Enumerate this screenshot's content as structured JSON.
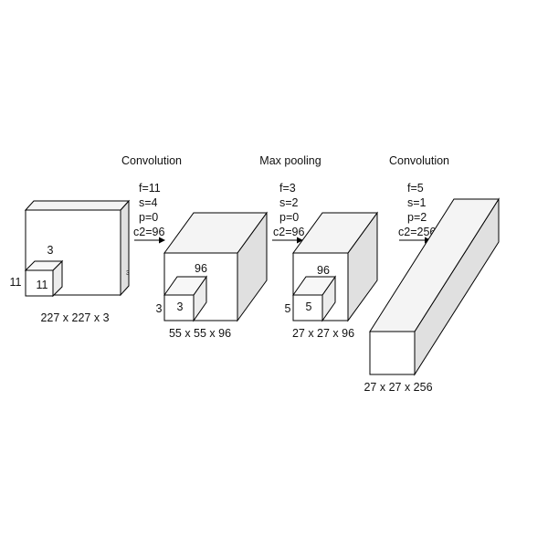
{
  "stages": [
    {
      "volume_label": "227 x 227 x 3",
      "depth_label": "3",
      "kernel": {
        "height_label": "11",
        "width_label": "11",
        "depth_label": "3"
      }
    },
    {
      "operation": "Convolution",
      "params": [
        "f=11",
        "s=4",
        "p=0",
        "c2=96"
      ],
      "volume_label": "55 x 55 x 96",
      "kernel": {
        "height_label": "3",
        "width_label": "3",
        "depth_label": "96"
      }
    },
    {
      "operation": "Max pooling",
      "params": [
        "f=3",
        "s=2",
        "p=0",
        "c2=96"
      ],
      "volume_label": "27 x 27 x 96",
      "kernel": {
        "height_label": "5",
        "width_label": "5",
        "depth_label": "96"
      }
    },
    {
      "operation": "Convolution",
      "params": [
        "f=5",
        "s=1",
        "p=2",
        "c2=256"
      ],
      "volume_label": "27 x 27 x 256"
    }
  ]
}
